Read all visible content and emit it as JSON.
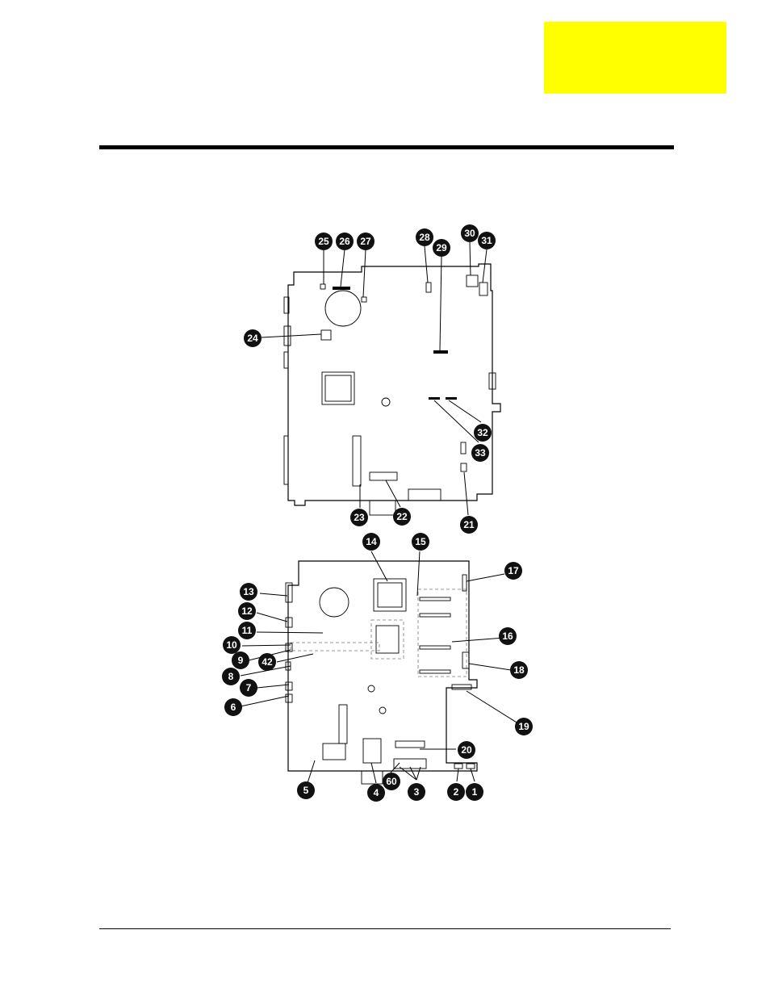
{
  "page": {
    "header_tab_color": "#ffff00",
    "header_tab_text": "",
    "title": ""
  },
  "figure": {
    "top_view_callouts": [
      "25",
      "26",
      "27",
      "28",
      "29",
      "30",
      "31",
      "24",
      "32",
      "33",
      "23",
      "22",
      "21"
    ],
    "bottom_view_callouts": [
      "14",
      "15",
      "17",
      "13",
      "12",
      "11",
      "16",
      "10",
      "9",
      "42",
      "8",
      "18",
      "7",
      "6",
      "19",
      "20",
      "5",
      "60",
      "4",
      "3",
      "2",
      "1"
    ]
  },
  "footer": {
    "text": ""
  }
}
